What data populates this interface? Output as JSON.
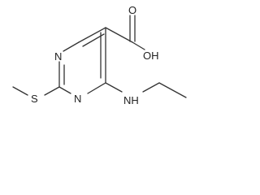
{
  "structure": {
    "atoms": {
      "carboxyl_oh": "OH",
      "carbonyl_o": "O",
      "ring_n_top": "N",
      "ring_n_bottom": "N",
      "thioether_s": "S",
      "amine_nh": "NH"
    }
  }
}
